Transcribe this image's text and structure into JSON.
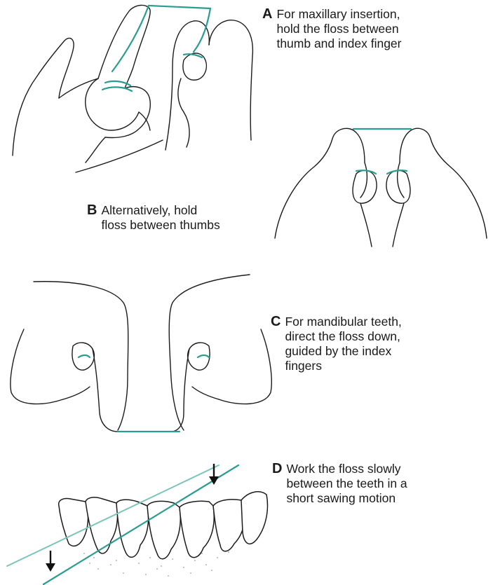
{
  "steps": [
    {
      "letter": "A",
      "text": "For maxillary insertion,\nhold the floss between\nthumb and index finger"
    },
    {
      "letter": "B",
      "text": "Alternatively, hold\nfloss between thumbs"
    },
    {
      "letter": "C",
      "text": "For mandibular teeth,\ndirect the floss down,\nguided by the index\nfingers"
    },
    {
      "letter": "D",
      "text": "Work the floss slowly\nbetween the teeth in a\nshort sawing motion"
    }
  ],
  "colors": {
    "floss": "#2a9d8f",
    "floss_light": "#7cc4b8",
    "ink": "#1b1b1b"
  },
  "icons": [
    "down-arrow-icon",
    "down-arrow-icon"
  ]
}
